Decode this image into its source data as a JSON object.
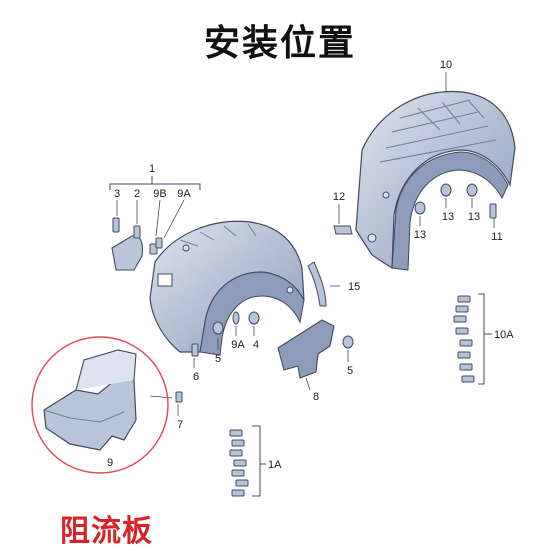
{
  "title": "安装位置",
  "caption": "阻流板",
  "colors": {
    "part_fill": "#b8c4d8",
    "part_dark": "#8d9cb8",
    "part_light": "#dde4f0",
    "stroke": "#404a5e",
    "highlight_circle": "#e0474c",
    "caption": "#d8232a"
  },
  "labels": {
    "l1": "1",
    "l2": "2",
    "l3": "3",
    "l4": "4",
    "l5a": "5",
    "l5b": "5",
    "l6": "6",
    "l7": "7",
    "l8": "8",
    "l9": "9",
    "l9a": "9A",
    "l9a_b": "9A",
    "l9b": "9B",
    "l10": "10",
    "l10a": "10A",
    "l11": "11",
    "l12": "12",
    "l13a": "13",
    "l13b": "13",
    "l13c": "13",
    "l15": "15",
    "l1a": "1A"
  }
}
